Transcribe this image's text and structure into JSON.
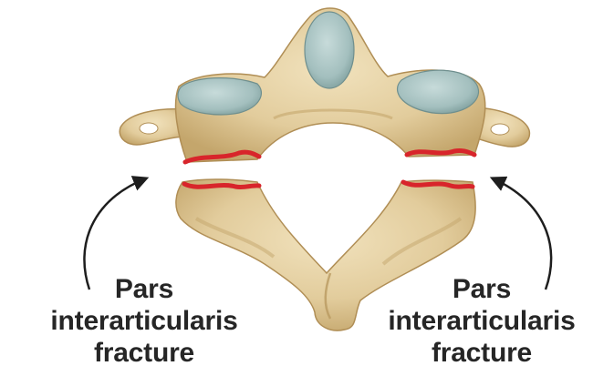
{
  "labels": {
    "left": {
      "line1": "Pars",
      "line2": "interarticularis",
      "line3": "fracture"
    },
    "right": {
      "line1": "Pars",
      "line2": "interarticularis",
      "line3": "fracture"
    }
  },
  "colors": {
    "background": "#ffffff",
    "bone": "#e2cc9c",
    "bone_shadow": "#c9ad74",
    "cartilage": "#a9c3c2",
    "fracture": "#d8252b",
    "arrow": "#1e1e1e",
    "text": "#262626"
  }
}
